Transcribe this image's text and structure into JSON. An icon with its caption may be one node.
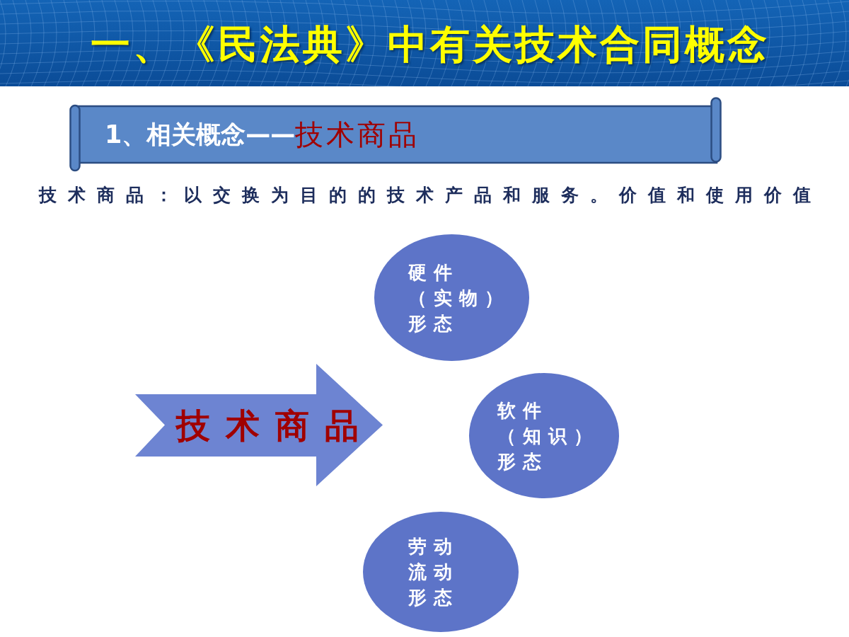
{
  "diagram": {
    "title": "一、《民法典》中有关技术合同概念",
    "nodes": [
      {
        "text": [
          "1、相关概念——",
          "技术商品"
        ]
      },
      {
        "text": [
          "技术商品"
        ]
      },
      {
        "text": [
          "硬件（实物）形态"
        ]
      },
      {
        "text": [
          "软件（知识）形态"
        ]
      },
      {
        "text": [
          "劳动流动形态"
        ]
      }
    ],
    "labels": [
      "技术商品：以交换为目的的技术产品和服务。价值和使用价值"
    ]
  }
}
